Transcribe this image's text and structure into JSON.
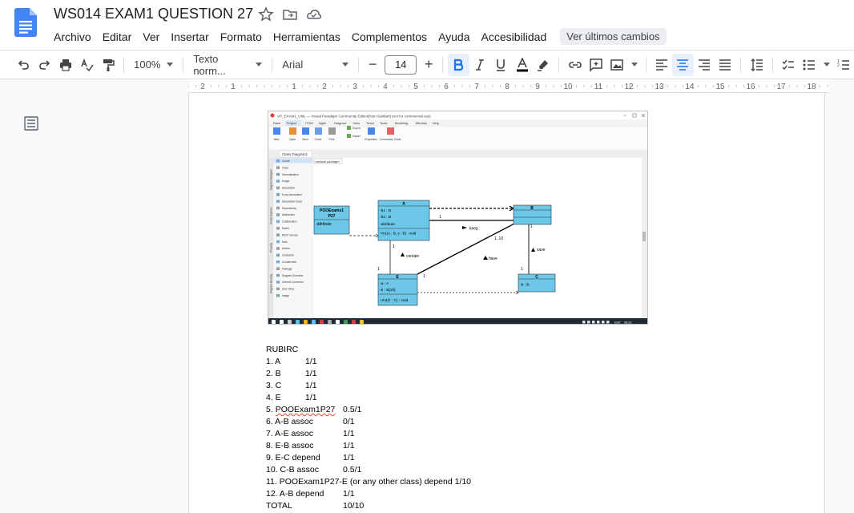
{
  "document": {
    "title": "WS014 EXAM1 QUESTION 27"
  },
  "menu": [
    "Archivo",
    "Editar",
    "Ver",
    "Insertar",
    "Formato",
    "Herramientas",
    "Complementos",
    "Ayuda",
    "Accesibilidad"
  ],
  "last_changes": "Ver últimos cambios",
  "toolbar": {
    "zoom": "100%",
    "style": "Texto norm...",
    "font": "Arial",
    "font_size": "14",
    "minus": "−",
    "plus": "+"
  },
  "ruler": {
    "numbers": [
      "2",
      "1",
      "1",
      "2",
      "3",
      "4",
      "5",
      "6",
      "7",
      "8",
      "9",
      "10",
      "11",
      "12",
      "13",
      "14",
      "15",
      "16",
      "17",
      "18"
    ]
  },
  "screenshot": {
    "app_title": "VP_EXAM1_UML — Visual Paradigm Community Edition[Non Subfam] (not for commercial use)",
    "ribbon_tabs": [
      "Dash",
      "Project",
      "ITSM",
      "Agile",
      "Diagram",
      "View",
      "Team",
      "Tools",
      "Modeling",
      "Window",
      "Help"
    ],
    "ribbon_buttons": [
      "New",
      "Open",
      "Save",
      "Close",
      "Print",
      "Export",
      "Import",
      "Properties",
      "Community Circle"
    ],
    "tab_label": "Class Diagram1",
    "package_label": "<default package>",
    "palette": [
      "Cursor",
      "Class",
      "Generalization",
      "Usage",
      "Association",
      "N-ary Association",
      "Association Class",
      "Dependency",
      "Abstraction",
      "Collaboration",
      "Model",
      "REST Service",
      "Note",
      "Anchor",
      "Constraint",
      "Containment",
      "Package",
      "Diagram Overview",
      "Generic Connector",
      "User Story",
      "Image"
    ],
    "side_tabs": [
      "Diagram Navigator",
      "Model Explorer",
      "Property",
      "Diagram Backlog"
    ],
    "class_poo": {
      "name1": "POOExams1",
      "name2": "P27",
      "attr": "-attribute"
    },
    "class_a": {
      "name": "A",
      "attrs": [
        "-b1 : B",
        "-b2 : B",
        "-attribute"
      ],
      "op": "+m1(x : B, y : B) : void"
    },
    "class_b": {
      "name": "B"
    },
    "class_c": {
      "name": "C",
      "attr": "-b : B"
    },
    "class_e": {
      "name": "E",
      "attrs": [
        "-a : A",
        "-b : B[10]"
      ],
      "op": "+m2(z : C) : void"
    },
    "labels": {
      "keep": "keep",
      "contain": "contain",
      "have": "have",
      "save": "save",
      "m1": "1",
      "m1_10": "1..10",
      "ae1": "1",
      "ae2": "1",
      "ae3": "1",
      "save1": "1",
      "ab1": "1"
    },
    "taskbar_time": "08:22",
    "taskbar_lang": "ESP"
  },
  "rubric": {
    "heading": "RUBIRC",
    "rows": [
      {
        "label": "1. A",
        "score": "1/1",
        "short": true
      },
      {
        "label": "2. B",
        "score": "1/1",
        "short": true
      },
      {
        "label": "3. C",
        "score": "1/1",
        "short": true
      },
      {
        "label": "4. E",
        "score": "1/1",
        "short": true
      },
      {
        "label": "5. POOExam1P27",
        "score": "0.5/1",
        "short": false,
        "squiggle": true
      },
      {
        "label": "6. A-B assoc",
        "score": "0/1",
        "short": false
      },
      {
        "label": "7. A-E assoc",
        "score": "1/1",
        "short": false
      },
      {
        "label": "8. E-B assoc",
        "score": "1/1",
        "short": false
      },
      {
        "label": "9. E-C depend",
        "score": "1/1",
        "short": false
      },
      {
        "label": "10. C-B assoc",
        "score": "0.5/1",
        "short": false
      },
      {
        "label": "11. POOExam1P27-E (or any other class) depend 1/10",
        "score": "",
        "short": false,
        "full": true
      },
      {
        "label": "12. A-B depend",
        "score": "1/1",
        "short": false
      },
      {
        "label": "TOTAL",
        "score": "10/10",
        "short": false
      }
    ]
  }
}
